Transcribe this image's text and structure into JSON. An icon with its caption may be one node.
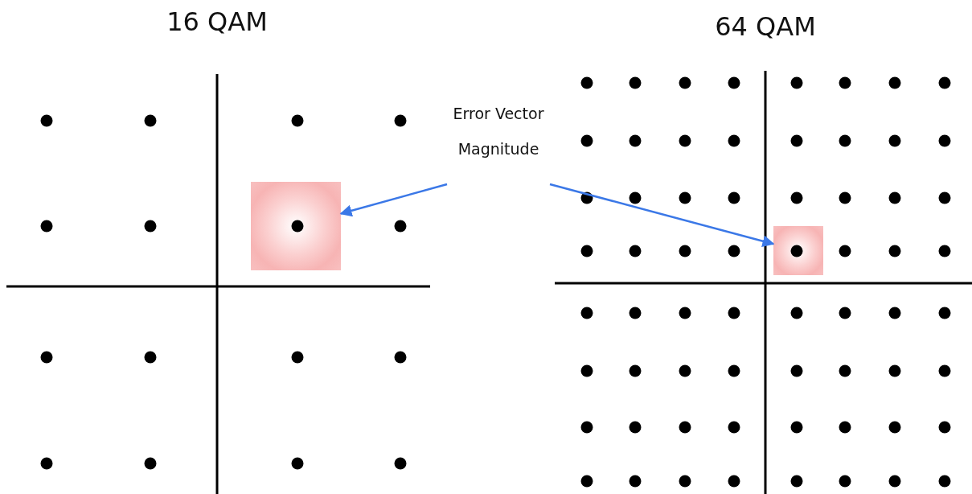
{
  "diagram": {
    "nodes": [
      {
        "text": [
          "Error Vector Magnitude"
        ]
      },
      {
        "text": [],
        "shape": "box"
      },
      {
        "text": [],
        "shape": "box"
      }
    ],
    "edges": [
      {
        "from": 0,
        "to": 1,
        "arrow": "to"
      },
      {
        "from": 0,
        "to": 2,
        "arrow": "to"
      }
    ],
    "labels": [
      "16 QAM",
      "64 QAM"
    ]
  }
}
